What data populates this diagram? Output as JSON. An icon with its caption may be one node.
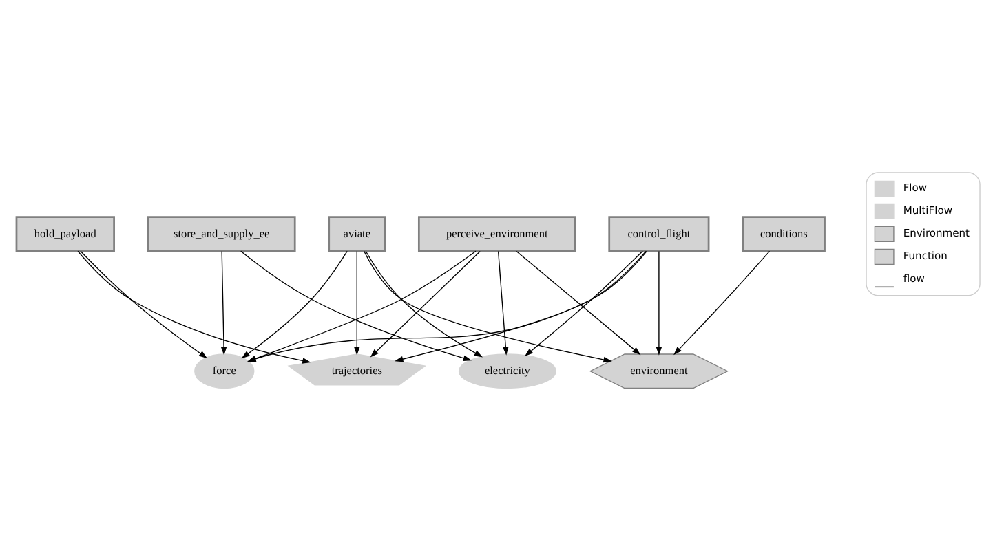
{
  "diagram": {
    "nodes": [
      {
        "text": [
          "hold_payload"
        ]
      },
      {
        "text": [
          "aviate"
        ]
      },
      {
        "text": [
          "perceive_environment"
        ]
      },
      {
        "text": [
          "force"
        ]
      },
      {
        "text": [
          "trajectories"
        ]
      },
      {
        "text": [
          "electricity"
        ]
      },
      {
        "text": [
          "environment"
        ]
      },
      {
        "text": [
          "store_and_supply_ee"
        ]
      },
      {
        "text": [
          "control_flight"
        ]
      },
      {
        "text": [
          "conditions"
        ]
      }
    ],
    "edges": [
      {
        "from": 0,
        "to": 3,
        "arrow": "to"
      },
      {
        "from": 0,
        "to": 4,
        "arrow": "to"
      },
      {
        "from": 1,
        "to": 3,
        "arrow": "to"
      },
      {
        "from": 1,
        "to": 5,
        "arrow": "to"
      },
      {
        "from": 1,
        "to": 4,
        "arrow": "to"
      },
      {
        "from": 1,
        "to": 6,
        "arrow": "to"
      },
      {
        "from": 2,
        "to": 3,
        "arrow": "to"
      },
      {
        "from": 2,
        "to": 5,
        "arrow": "to"
      },
      {
        "from": 2,
        "to": 4,
        "arrow": "to"
      },
      {
        "from": 2,
        "to": 6,
        "arrow": "to"
      },
      {
        "from": 7,
        "to": 3,
        "arrow": "to"
      },
      {
        "from": 7,
        "to": 5,
        "arrow": "to"
      },
      {
        "from": 8,
        "to": 3,
        "arrow": "to"
      },
      {
        "from": 8,
        "to": 5,
        "arrow": "to"
      },
      {
        "from": 8,
        "to": 4,
        "arrow": "to"
      },
      {
        "from": 8,
        "to": 6,
        "arrow": "to"
      },
      {
        "from": 9,
        "to": 6,
        "arrow": "to"
      }
    ],
    "legend": [
      {
        "text": "Flow"
      },
      {
        "text": "MultiFlow"
      },
      {
        "text": "Environment"
      },
      {
        "text": "Function"
      },
      {
        "text": "flow"
      }
    ]
  }
}
